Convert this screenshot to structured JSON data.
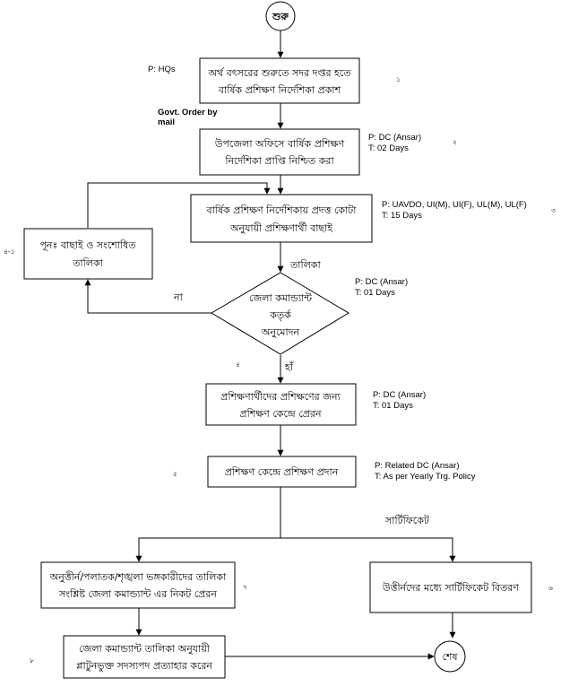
{
  "nodes": {
    "start": "শুরু",
    "publish": [
      "অর্থ বৎসরের শুরুতে সদর দপ্তর হতে",
      "বার্ষিক প্রশিক্ষণ নির্দেশিকা প্রকাশ"
    ],
    "ensure": [
      "উপজেলা অফিসে বার্ষিক প্রশিক্ষণ",
      "নির্দেশিকা প্রাপ্তি নিশ্চিত করা"
    ],
    "select": [
      "বার্ষিক প্রশিক্ষণ নির্দেশিকায় প্রদত্ত কোটা",
      "অনুযায়ী প্রশিক্ষণার্থী বাছাই"
    ],
    "reselect": [
      "পূনঃ  বাছাই ও সংশোধিত",
      "তালিকা"
    ],
    "approve": [
      "জেলা কমান্ড্যান্ট",
      "কতৃর্ক",
      "অনুমোদন"
    ],
    "send": [
      "প্রশিক্ষণার্থীদের প্রশিক্ষণের জন্য",
      "প্রশিক্ষণ কেন্দ্রে প্রেরন"
    ],
    "train": "প্রশিক্ষণ কেন্দ্রে প্রশিক্ষণ প্রদান",
    "failed": [
      "অনুত্তীর্ন/পলাতক/শৃঙ্খলা ভঙ্গকারীদের তালিকা",
      "সংশ্লিষ্ট জেলা কমান্ড্যান্ট এর নিকট প্রেরন"
    ],
    "withdraw": [
      "জেলা কমান্ড্যান্ট তালিকা অনুযায়ী",
      "প্লাটুনভুক্ত সদস্যপদ প্রত্যাহার করেন"
    ],
    "cert": "উত্তীর্নদের মধ্যে সার্টিফিকেট বিতরণ",
    "end": "শেষ"
  },
  "notes": {
    "hq": "P: HQs",
    "govt_order": [
      "Govt. Order by",
      "mail"
    ],
    "ensure_p": "P: DC (Ansar)",
    "ensure_t": "T: 02 Days",
    "select_p": "P: UAVDO, UI(M), UI(F), UL(M), UL(F)",
    "select_t": "T: 15 Days",
    "approve_p": "P: DC (Ansar)",
    "approve_t": "T: 01 Days",
    "send_p": "P: DC (Ansar)",
    "send_t": "T: 01 Days",
    "train_p": "P: Related DC (Ansar)",
    "train_t": "T: As per Yearly Trg. Policy"
  },
  "edge_labels": {
    "list": "তালিকা",
    "no": "না",
    "yes": "হাঁ",
    "certificate": "সার্টিফিকেট"
  },
  "step_numbers": {
    "n1": "১",
    "n2": "২",
    "n3": "৩",
    "n4_1": "৪-১",
    "n4": "৪",
    "n5": "৫",
    "n6": "৬",
    "n7": "৭",
    "n8": "৮"
  }
}
